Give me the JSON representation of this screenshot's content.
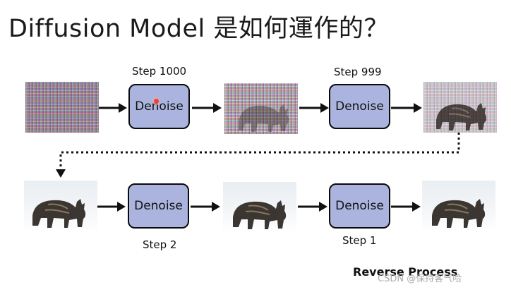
{
  "title": "Diffusion Model 是如何運作的？",
  "boxes": {
    "label": "Denoise"
  },
  "steps": {
    "s1000": "Step 1000",
    "s999": "Step 999",
    "s2": "Step 2",
    "s1": "Step 1"
  },
  "footer": {
    "reverse_process": "Reverse Process",
    "watermark": "CSDN @保持客气哈"
  },
  "colors": {
    "box_fill": "#aab4de",
    "box_border": "#0b0b0b",
    "arrow": "#111111",
    "red_dot": "#e0463e"
  }
}
